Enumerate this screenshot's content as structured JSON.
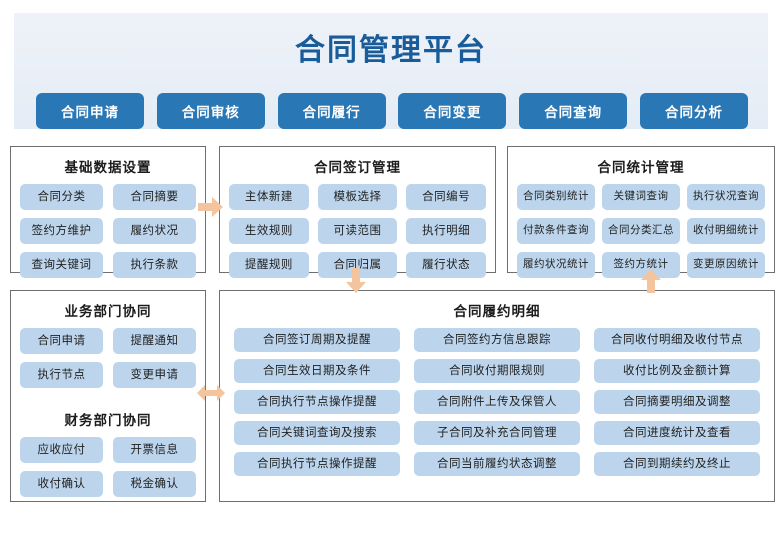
{
  "header": {
    "title": "合同管理平台",
    "nav": [
      {
        "label": "合同申请",
        "name": "nav-contract-apply"
      },
      {
        "label": "合同审核",
        "name": "nav-contract-review"
      },
      {
        "label": "合同履行",
        "name": "nav-contract-perform"
      },
      {
        "label": "合同变更",
        "name": "nav-contract-change"
      },
      {
        "label": "合同查询",
        "name": "nav-contract-query"
      },
      {
        "label": "合同分析",
        "name": "nav-contract-analysis"
      }
    ]
  },
  "panels": {
    "basic": {
      "title": "基础数据设置",
      "tiles": [
        "合同分类",
        "合同摘要",
        "签约方维护",
        "履约状况",
        "查询关键词",
        "执行条款"
      ]
    },
    "signing": {
      "title": "合同签订管理",
      "tiles": [
        "主体新建",
        "模板选择",
        "合同编号",
        "生效规则",
        "可读范围",
        "执行明细",
        "提醒规则",
        "合同归属",
        "履行状态"
      ]
    },
    "stats": {
      "title": "合同统计管理",
      "tiles": [
        "合同类别统计",
        "关键词查询",
        "执行状况查询",
        "付款条件查询",
        "合同分类汇总",
        "收付明细统计",
        "履约状况统计",
        "签约方统计",
        "变更原因统计"
      ]
    },
    "dept": {
      "title_business": "业务部门协同",
      "tiles_business": [
        "合同申请",
        "提醒通知",
        "执行节点",
        "变更申请"
      ],
      "title_finance": "财务部门协同",
      "tiles_finance": [
        "应收应付",
        "开票信息",
        "收付确认",
        "税金确认"
      ]
    },
    "detail": {
      "title": "合同履约明细",
      "tiles": [
        "合同签订周期及提醒",
        "合同签约方信息跟踪",
        "合同收付明细及收付节点",
        "合同生效日期及条件",
        "合同收付期限规则",
        "收付比例及金额计算",
        "合同执行节点操作提醒",
        "合同附件上传及保管人",
        "合同摘要明细及调整",
        "合同关键词查询及搜索",
        "子合同及补充合同管理",
        "合同进度统计及查看",
        "合同执行节点操作提醒",
        "合同当前履约状态调整",
        "合同到期续约及终止"
      ]
    }
  },
  "arrows": [
    {
      "name": "arrow-basic-to-signing",
      "direction": "right"
    },
    {
      "name": "arrow-signing-to-detail",
      "direction": "down"
    },
    {
      "name": "arrow-detail-to-stats",
      "direction": "up"
    },
    {
      "name": "arrow-dept-detail-bidirectional",
      "direction": "left-right"
    }
  ],
  "colors": {
    "header_bg": "#eef2f8",
    "title_blue": "#1a5c99",
    "nav_button": "#2a77b5",
    "tile_blue": "#bcd5ec",
    "panel_border": "#6f6f6f",
    "arrow_peach": "#f4c49e"
  }
}
